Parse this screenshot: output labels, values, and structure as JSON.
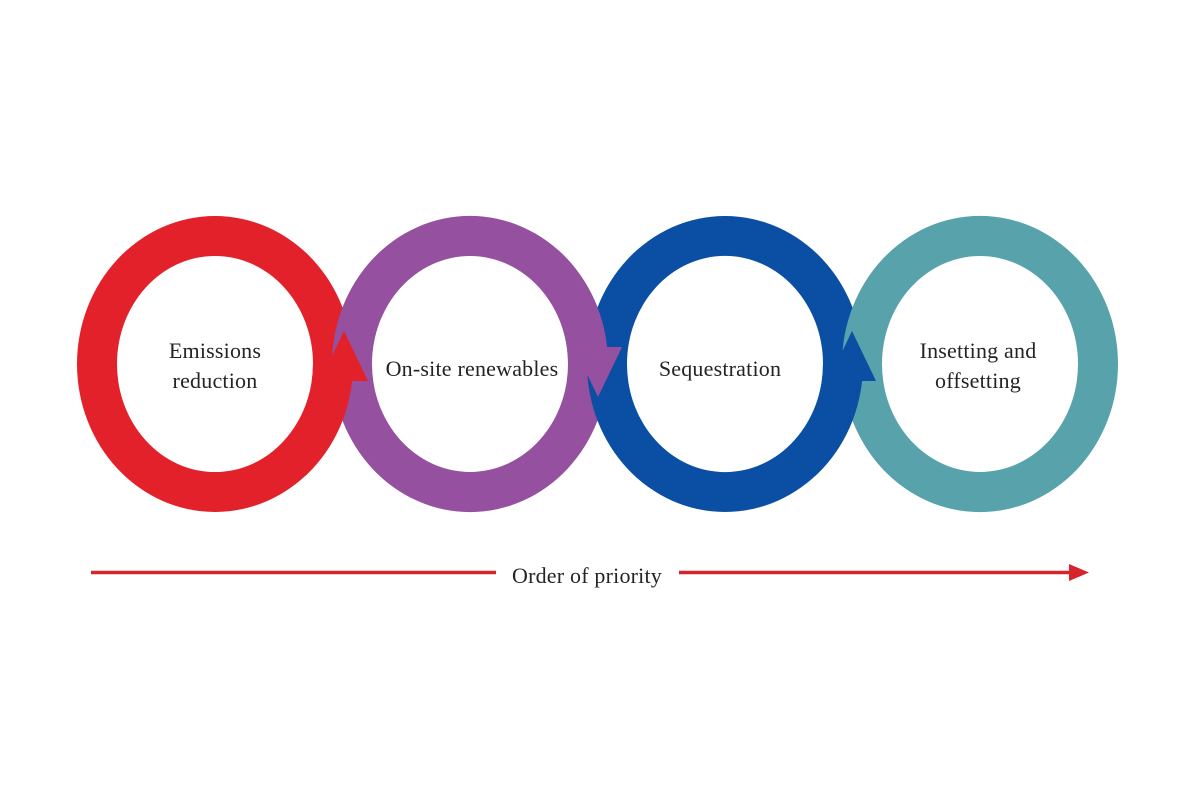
{
  "diagram": {
    "rings": [
      {
        "label": "Emissions reduction",
        "label_lines": [
          "Emissions",
          "reduction"
        ],
        "color": "#e2212a"
      },
      {
        "label": "On-site renewables",
        "label_lines": [
          "On-site renewables"
        ],
        "color": "#9650a0"
      },
      {
        "label": "Sequestration",
        "label_lines": [
          "Sequestration"
        ],
        "color": "#0b4fa5"
      },
      {
        "label": "Insetting and offsetting",
        "label_lines": [
          "Insetting and",
          "offsetting"
        ],
        "color": "#58a2ac"
      }
    ],
    "arrow": {
      "label": "Order of priority",
      "color": "#d7242c"
    },
    "colors": {
      "background": "#ffffff",
      "text": "#242424"
    }
  }
}
